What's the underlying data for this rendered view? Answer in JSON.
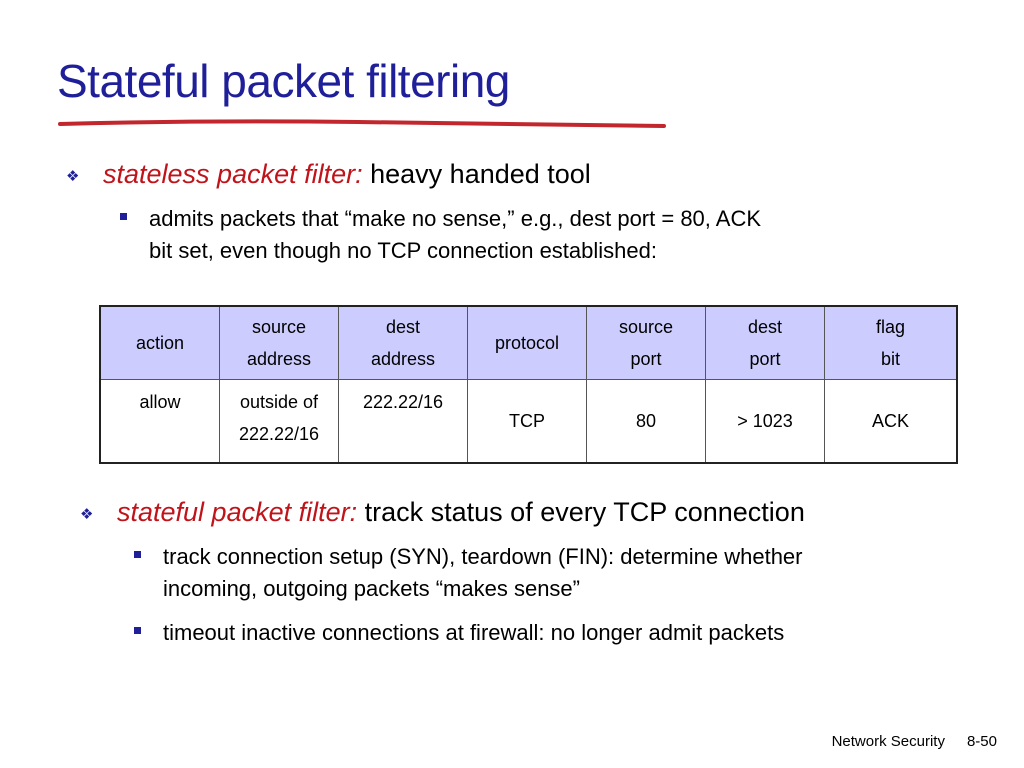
{
  "slide": {
    "title": "Stateful packet filtering",
    "title_color": "#1f1f99",
    "underline_color": "#c1272d",
    "bullets": [
      {
        "icon": "diamond-bullet-icon",
        "accent": "stateless packet filter:",
        "text": " heavy handed tool",
        "sub": [
          {
            "icon": "square-bullet-icon",
            "lines": [
              "admits packets that “make no sense,” e.g., dest port = 80, ACK",
              "bit set, even though no TCP connection established:"
            ]
          }
        ]
      },
      {
        "icon": "diamond-bullet-icon",
        "accent": "stateful packet filter:",
        "text": " track status of every TCP connection",
        "sub": [
          {
            "icon": "square-bullet-icon",
            "lines": [
              "track connection setup (SYN), teardown (FIN): determine whether",
              "incoming, outgoing packets “makes sense”"
            ]
          },
          {
            "icon": "square-bullet-icon",
            "lines": [
              "timeout inactive connections at firewall: no longer admit packets"
            ]
          }
        ]
      }
    ]
  },
  "table": {
    "header_color": "#ccccff",
    "headers": [
      [
        "action"
      ],
      [
        "source",
        "address"
      ],
      [
        "dest",
        "address"
      ],
      [
        "protocol"
      ],
      [
        "source",
        "port"
      ],
      [
        "dest",
        "port"
      ],
      [
        "flag",
        "bit"
      ]
    ],
    "row": [
      [
        "allow"
      ],
      [
        "outside of",
        "222.22/16"
      ],
      [
        "222.22/16"
      ],
      [
        "TCP"
      ],
      [
        "80"
      ],
      [
        "> 1023"
      ],
      [
        "ACK"
      ]
    ]
  },
  "footer": {
    "section": "Network Security",
    "page": "8-50"
  }
}
